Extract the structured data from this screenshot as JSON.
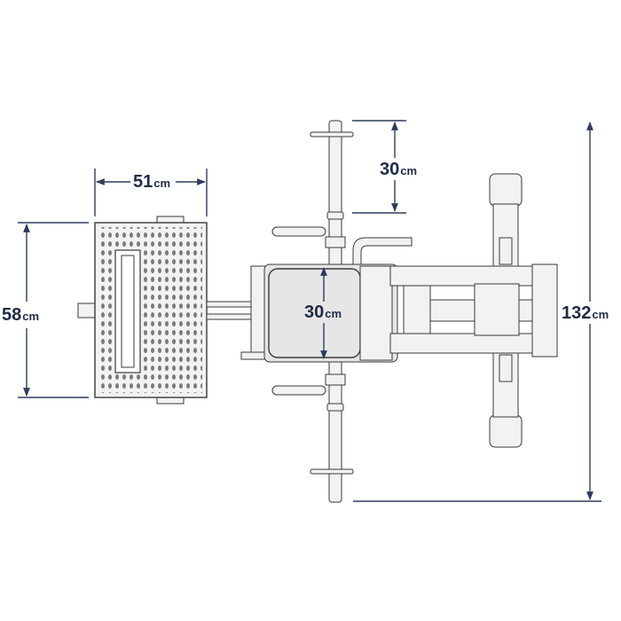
{
  "dimensions": {
    "plate_width": {
      "value": "51",
      "unit": "cm"
    },
    "plate_height": {
      "value": "58",
      "unit": "cm"
    },
    "handle_gap": {
      "value": "30",
      "unit": "cm"
    },
    "seat_width": {
      "value": "30",
      "unit": "cm"
    },
    "overall_length": {
      "value": "132",
      "unit": "cm"
    }
  },
  "colors": {
    "dimension_line": "#2f3b5c",
    "machine_stroke": "#3a3a3a",
    "machine_fill": "#f2f2f2",
    "seat_fill": "#e6e6e6"
  }
}
